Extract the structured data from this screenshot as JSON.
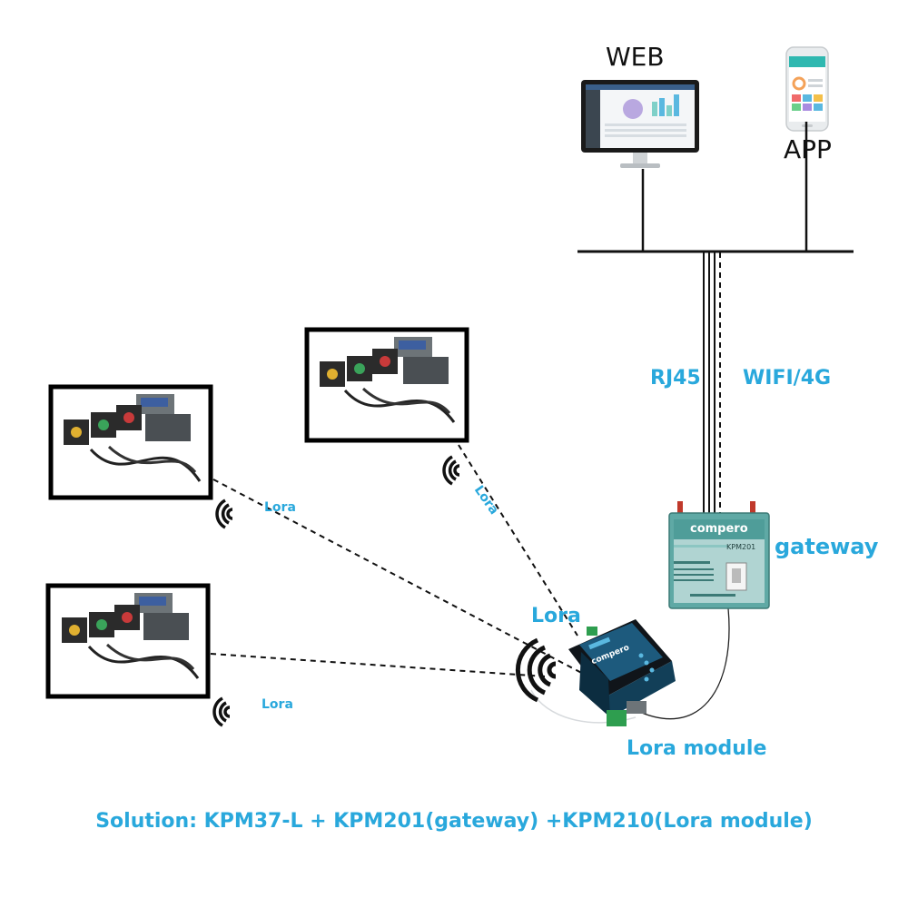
{
  "labels": {
    "web": "WEB",
    "app": "APP",
    "rj45": "RJ45",
    "wifi4g": "WIFI/4G",
    "gateway": "gateway",
    "lora_main": "Lora",
    "lora_module": "Lora module",
    "lora_node_1": "Lora",
    "lora_node_2": "Lora",
    "lora_node_3": "Lora"
  },
  "devices": {
    "gateway_brand": "compero",
    "gateway_model": "KPM201",
    "module_brand": "compero"
  },
  "caption": "Solution: KPM37-L + KPM201(gateway) +KPM210(Lora module)",
  "colors": {
    "accent": "#29a8dc",
    "line": "#111111",
    "gateway_body": "#5fa9a5",
    "module_body": "#1d5a7d"
  }
}
